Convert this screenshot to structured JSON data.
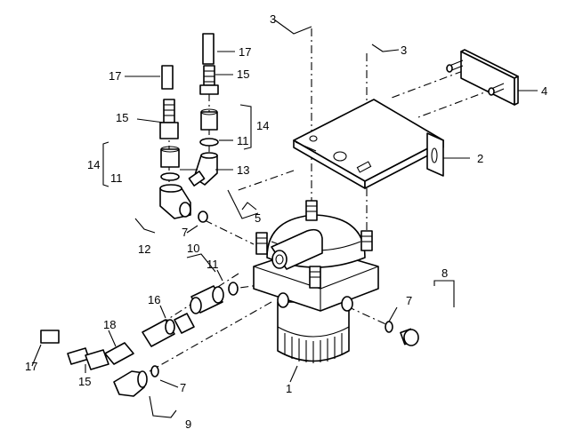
{
  "callouts": [
    {
      "id": "c1",
      "text": "1"
    },
    {
      "id": "c2",
      "text": "2"
    },
    {
      "id": "c3a",
      "text": "3"
    },
    {
      "id": "c3b",
      "text": "3"
    },
    {
      "id": "c4",
      "text": "4"
    },
    {
      "id": "c5",
      "text": "5"
    },
    {
      "id": "c7a",
      "text": "7"
    },
    {
      "id": "c7b",
      "text": "7"
    },
    {
      "id": "c7c",
      "text": "7"
    },
    {
      "id": "c8",
      "text": "8"
    },
    {
      "id": "c9",
      "text": "9"
    },
    {
      "id": "c10",
      "text": "10"
    },
    {
      "id": "c11a",
      "text": "11"
    },
    {
      "id": "c11b",
      "text": "11"
    },
    {
      "id": "c11c",
      "text": "11"
    },
    {
      "id": "c12",
      "text": "12"
    },
    {
      "id": "c13",
      "text": "13"
    },
    {
      "id": "c14a",
      "text": "14"
    },
    {
      "id": "c14b",
      "text": "14"
    },
    {
      "id": "c15a",
      "text": "15"
    },
    {
      "id": "c15b",
      "text": "15"
    },
    {
      "id": "c15c",
      "text": "15"
    },
    {
      "id": "c16",
      "text": "16"
    },
    {
      "id": "c17a",
      "text": "17"
    },
    {
      "id": "c17b",
      "text": "17"
    },
    {
      "id": "c17c",
      "text": "17"
    },
    {
      "id": "c18",
      "text": "18"
    }
  ]
}
